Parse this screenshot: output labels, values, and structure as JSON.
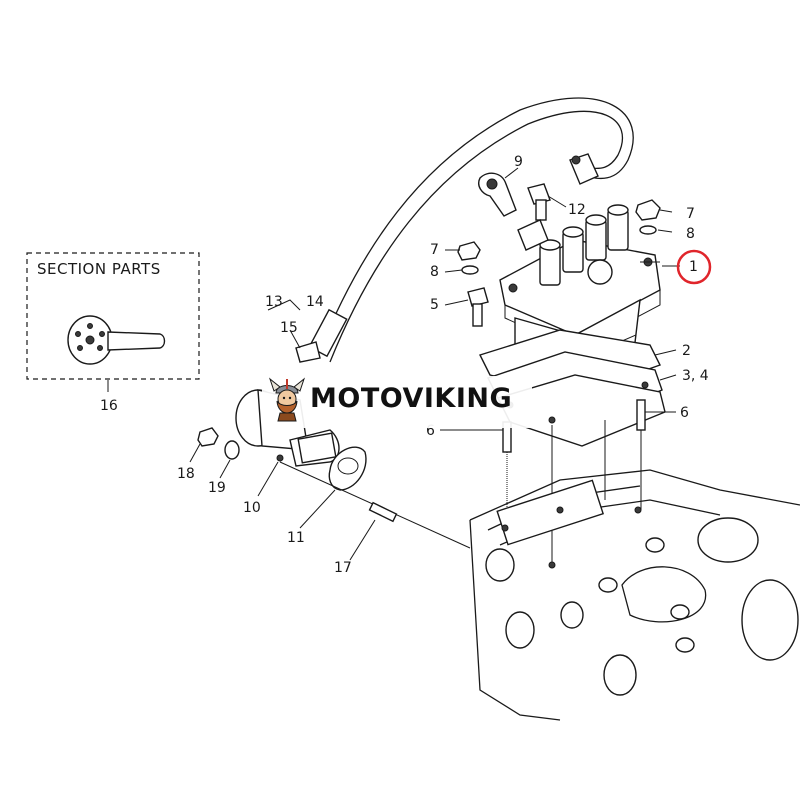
{
  "section_title": "SECTION PARTS",
  "callouts": [
    "1",
    "2",
    "3, 4",
    "5",
    "6",
    "6",
    "7",
    "7",
    "8",
    "8",
    "9",
    "10",
    "11",
    "12",
    "13",
    "14",
    "15",
    "16",
    "17",
    "18",
    "19"
  ],
  "highlighted_callout": "1",
  "highlight_color": "#e0252b",
  "watermark": "MOTOVIKING",
  "watermark_logo": "viking-head-logo"
}
